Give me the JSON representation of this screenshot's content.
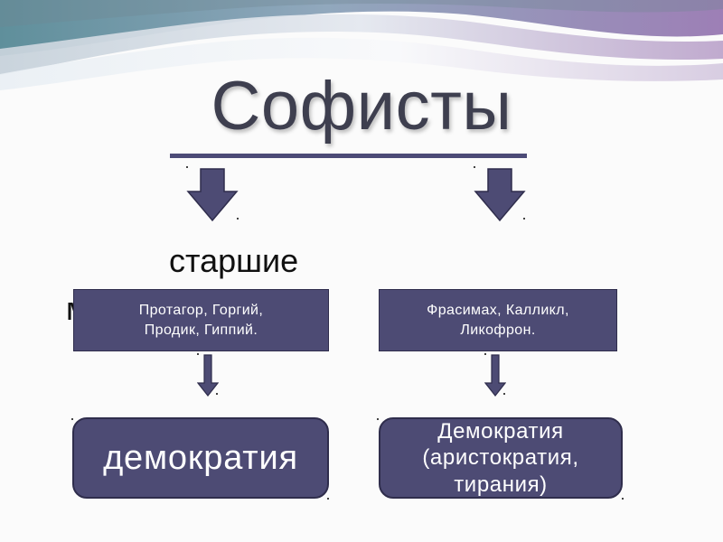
{
  "slide": {
    "title": "Софисты",
    "senior_label": "старшие",
    "hidden_label_fragment": "м",
    "branches": [
      {
        "names_line1": "Протагор, Горгий,",
        "names_line2": "Продик, Гиппий.",
        "result": "демократия"
      },
      {
        "names_line1": "Фрасимах, Калликл,",
        "names_line2": "Ликофрон.",
        "result_line1": "Демократия",
        "result_line2": "(аристократия,",
        "result_line3": "тирания)"
      }
    ]
  },
  "colors": {
    "box_fill": "#4d4b74",
    "title_text": "#3e3f4f",
    "underline": "#4c4b77",
    "wave_purple": "#8b78a8",
    "wave_teal": "#6fa0a2",
    "wave_blue": "#8eb2c6"
  },
  "icons": {
    "arrow": "down-arrow-icon"
  }
}
